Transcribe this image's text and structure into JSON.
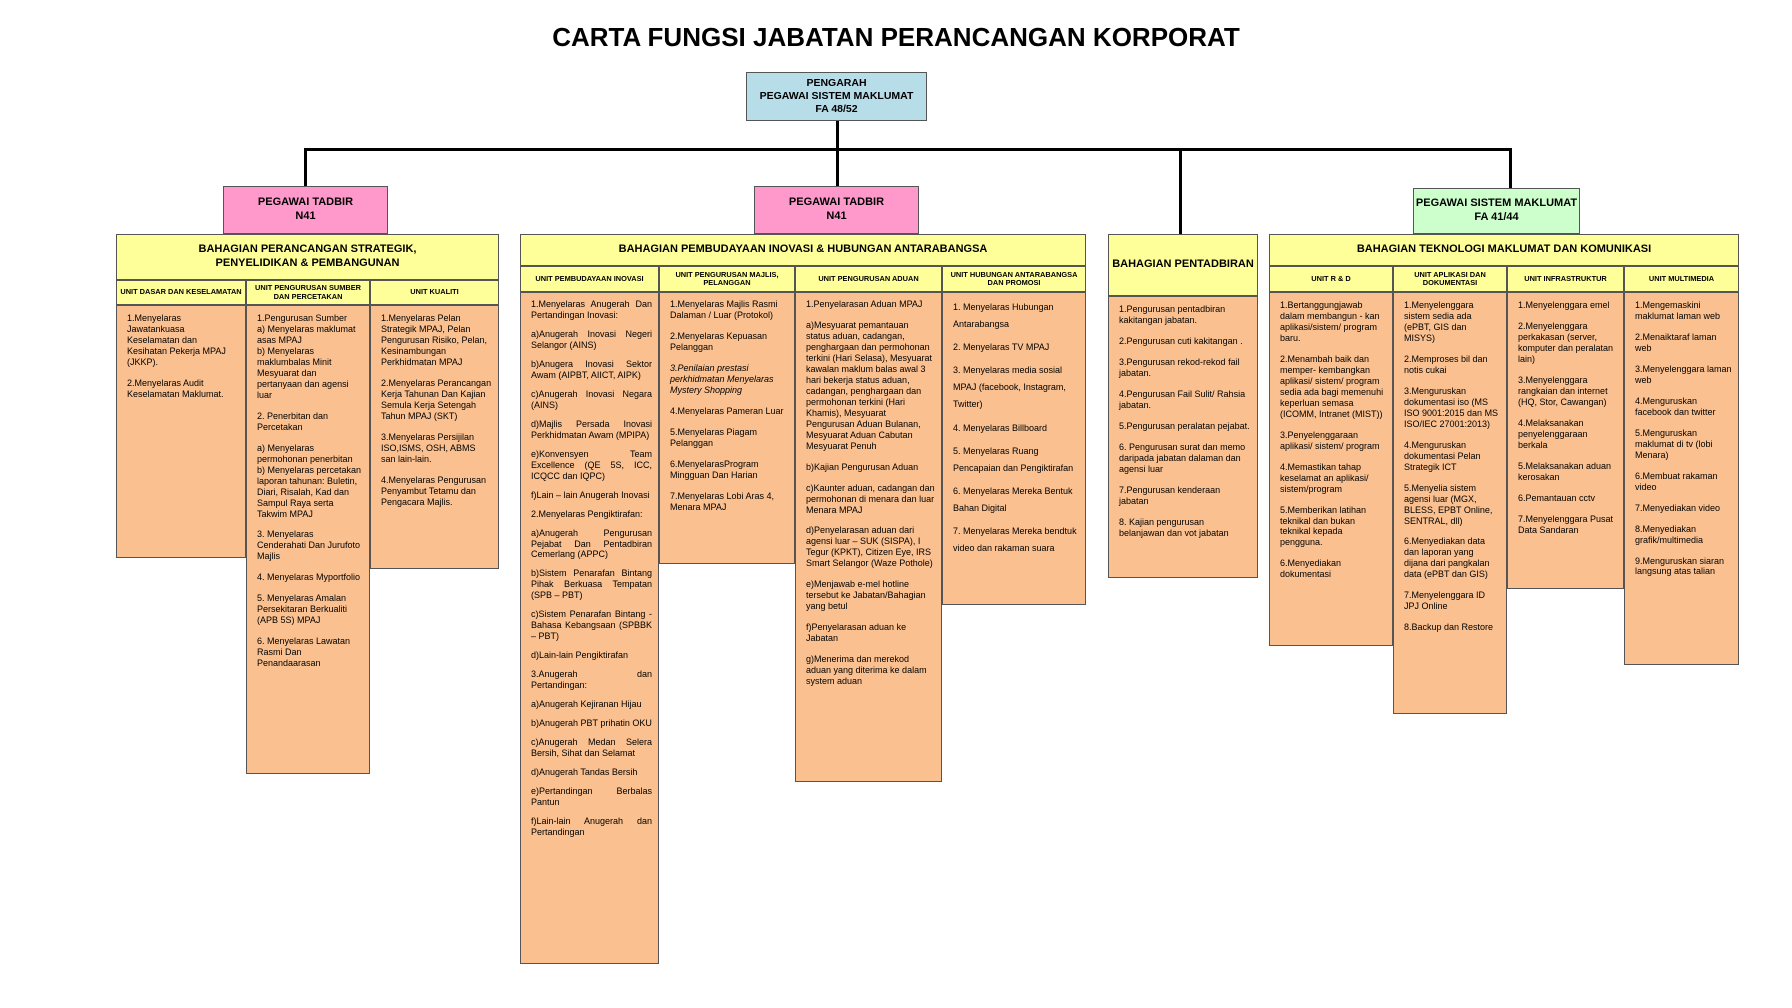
{
  "title": "CARTA FUNGSI JABATAN PERANCANGAN KORPORAT",
  "colors": {
    "director": "#b7dde8",
    "officer_pink": "#ff99cc",
    "officer_green": "#ccffcc",
    "section": "#ffff99",
    "unit": "#fac090"
  },
  "director": [
    "PENGARAH",
    "PEGAWAI SISTEM MAKLUMAT",
    "FA 48/52"
  ],
  "officers": {
    "o1": [
      "PEGAWAI TADBIR",
      "N41"
    ],
    "o2": [
      "PEGAWAI TADBIR",
      "N41"
    ],
    "o3": [
      "PEGAWAI SISTEM MAKLUMAT",
      "FA 41/44"
    ]
  },
  "sections": {
    "s1": [
      "BAHAGIAN  PERANCANGAN  STRATEGIK,",
      "PENYELIDIKAN  &  PEMBANGUNAN"
    ],
    "s2": [
      "BAHAGIAN  PEMBUDAYAAN  INOVASI & HUBUNGAN  ANTARABANGSA"
    ],
    "s3": [
      "BAHAGIAN PENTADBIRAN"
    ],
    "s4": [
      "BAHAGIAN TEKNOLOGI  MAKLUMAT DAN KOMUNIKASI"
    ]
  },
  "units": {
    "u1": {
      "header": "UNIT DASAR DAN KESELAMATAN",
      "items": [
        "1.Menyelaras Jawatankuasa Keselamatan dan Kesihatan Pekerja MPAJ (JKKP).",
        "2.Menyelaras Audit Keselamatan Maklumat."
      ]
    },
    "u2": {
      "header": "UNIT PENGURUSAN SUMBER DAN PERCETAKAN",
      "items": [
        "1.Pengurusan Sumber",
        "a)     Menyelaras maklumat asas MPAJ",
        "b)     Menyelaras maklumbalas Minit Mesyuarat dan pertanyaan dan agensi luar",
        "2. Penerbitan dan Percetakan",
        "a)     Menyelaras permohonan penerbitan",
        "b)     Menyelaras percetakan laporan tahunan: Buletin, Diari, Risalah, Kad dan Sampul Raya serta Takwim MPAJ",
        "3. Menyelaras Cenderahati Dan Jurufoto Majlis",
        "4. Menyelaras Myportfolio",
        "5. Menyelaras Amalan Persekitaran Berkualiti (APB 5S) MPAJ",
        "6. Menyelaras Lawatan Rasmi Dan Penandaarasan"
      ]
    },
    "u3": {
      "header": "UNIT KUALITI",
      "items": [
        "1.Menyelaras Pelan Strategik MPAJ, Pelan Pengurusan Risiko, Pelan, Kesinambungan Perkhidmatan MPAJ",
        "2.Menyelaras Perancangan Kerja Tahunan Dan Kajian Semula Kerja Setengah Tahun MPAJ (SKT)",
        "3.Menyelaras Persijilan ISO,ISMS, OSH, ABMS san lain-lain.",
        "4.Menyelaras Pengurusan Penyambut Tetamu dan Pengacara Majlis."
      ]
    },
    "u4": {
      "header": "UNIT PEMBUDAYAAN INOVASI",
      "items": [
        "1.Menyelaras Anugerah Dan Pertandingan Inovasi:",
        "a)Anugerah Inovasi Negeri Selangor (AINS)",
        "b)Anugera Inovasi Sektor Awam (AIPBT, AIICT, AIPK)",
        "c)Anugerah Inovasi Negara (AINS)",
        "d)Majlis Persada Inovasi Perkhidmatan Awam (MPIPA)",
        "e)Konvensyen Team Excellence (QE 5S, ICC, ICQCC dan IQPC)",
        "f)Lain – lain Anugerah Inovasi",
        "2.Menyelaras Pengiktirafan:",
        "a)Anugerah Pengurusan Pejabat Dan Pentadbiran Cemerlang (APPC)",
        "b)Sistem Penarafan Bintang Pihak Berkuasa Tempatan (SPB – PBT)",
        "c)Sistem Penarafan Bintang - Bahasa Kebangsaan (SPBBK – PBT)",
        "d)Lain-lain Pengiktirafan",
        "3.Anugerah dan Pertandingan:",
        "a)Anugerah Kejiranan Hijau",
        "b)Anugerah PBT prihatin OKU",
        "c)Anugerah Medan Selera Bersih, Sihat dan Selamat",
        "d)Anugerah Tandas Bersih",
        "e)Pertandingan Berbalas Pantun",
        "f)Lain-lain Anugerah dan Pertandingan"
      ]
    },
    "u5": {
      "header": "UNIT PENGURUSAN MAJLIS, PELANGGAN",
      "items": [
        "1.Menyelaras Majlis Rasmi Dalaman / Luar (Protokol)",
        "2.Menyelaras Kepuasan Pelanggan",
        "3.Penilaian prestasi perkhidmatan Menyelaras Mystery Shopping",
        "4.Menyelaras Pameran Luar",
        "5.Menyelaras Piagam Pelanggan",
        "6.MenyelarasProgram Mingguan Dan Harian",
        "7.Menyelaras Lobi Aras 4, Menara MPAJ"
      ]
    },
    "u6": {
      "header": "UNIT PENGURUSAN ADUAN",
      "items": [
        "1.Penyelarasan Aduan MPAJ",
        "a)Mesyuarat pemantauan status aduan, cadangan, penghargaan dan permohonan terkini (Hari Selasa), Mesyuarat kawalan maklum balas awal 3 hari bekerja status aduan, cadangan, penghargaan dan permohonan terkini (Hari Khamis), Mesyuarat Pengurusan Aduan Bulanan, Mesyuarat Aduan Cabutan Mesyuarat Penuh",
        "b)Kajian Pengurusan Aduan",
        "c)Kaunter aduan, cadangan dan permohonan di menara dan luar Menara MPAJ",
        "d)Penyelarasan aduan dari agensi luar – SUK (SISPA), I Tegur (KPKT), Citizen Eye, IRS Smart Selangor (Waze Pothole)",
        "e)Menjawab e-mel hotline tersebut ke Jabatan/Bahagian yang betul",
        "f)Penyelarasan aduan ke Jabatan",
        "g)Menerima dan merekod aduan yang diterima ke dalam system aduan"
      ]
    },
    "u7": {
      "header": "UNIT HUBUNGAN ANTARABANGSA DAN PROMOSI",
      "items": [
        "1.        Menyelaras Hubungan Antarabangsa",
        "2.        Menyelaras TV MPAJ",
        "3.        Menyelaras media sosial MPAJ (facebook, Instagram, Twitter)",
        "4.        Menyelaras Billboard",
        "5.        Menyelaras Ruang Pencapaian dan Pengiktirafan",
        "6.        Menyelaras Mereka Bentuk Bahan Digital",
        "7.        Menyelaras Mereka bendtuk video dan rakaman suara"
      ]
    },
    "u8": {
      "header": "",
      "items": [
        "1.Pengurusan pentadbiran kakitangan jabatan.",
        "2.Pengurusan cuti kakitangan .",
        "3.Pengurusan rekod-rekod fail jabatan.",
        "4.Pengurusan Fail Sulit/ Rahsia jabatan.",
        "5.Pengurusan peralatan pejabat.",
        "6. Pengurusan surat dan memo daripada jabatan dalaman dan agensi luar",
        "7.Pengurusan kenderaan jabatan",
        "8. Kajian pengurusan belanjawan dan vot jabatan"
      ]
    },
    "u9": {
      "header": "UNIT  R & D",
      "items": [
        "1.Bertanggungjawab dalam membangun - kan aplikasi/sistem/ program baru.",
        "2.Menambah baik dan memper- kembangkan aplikasi/ sistem/ program sedia ada bagi memenuhi keperluan semasa (ICOMM, Intranet (MIST))",
        "3.Penyelenggaraan aplikasi/ sistem/ program",
        "4.Memastikan tahap keselamat an aplikasi/ sistem/program",
        "5.Memberikan latihan teknikal dan bukan teknikal kepada pengguna.",
        "6.Menyediakan dokumentasi"
      ]
    },
    "u10": {
      "header": "UNIT APLIKASI DAN DOKUMENTASI",
      "items": [
        "1.Menyelenggara sistem sedia ada (ePBT, GIS dan MISYS)",
        "2.Memproses bil dan notis cukai",
        "3.Menguruskan dokumentasi iso (MS ISO 9001:2015 dan MS ISO/IEC 27001:2013)",
        "4.Menguruskan dokumentasi Pelan Strategik ICT",
        "5.Menyelia sistem agensi luar (MGX, BLESS, EPBT Online, SENTRAL, dll)",
        "6.Menyediakan data dan laporan yang dijana dari pangkalan data (ePBT dan GIS)",
        "7.Menyelenggara ID JPJ Online",
        "8.Backup dan Restore"
      ]
    },
    "u11": {
      "header": "UNIT INFRASTRUKTUR",
      "items": [
        "1.Menyelenggara emel",
        "2.Menyelenggara perkakasan (server, komputer dan peralatan lain)",
        "3.Menyelenggara rangkaian dan internet (HQ, Stor, Cawangan)",
        "4.Melaksanakan penyelenggaraan berkala",
        "5.Melaksanakan aduan kerosakan",
        "6.Pemantauan cctv",
        "7.Menyelenggara Pusat Data Sandaran"
      ]
    },
    "u12": {
      "header": "UNIT MULTIMEDIA",
      "items": [
        "1.Mengemaskini maklumat laman web",
        "2.Menaiktaraf laman web",
        "3.Menyelenggara laman web",
        "4.Menguruskan facebook dan twitter",
        "5.Menguruskan maklumat di tv (lobi Menara)",
        "6.Membuat rakaman video",
        "7.Menyediakan video",
        "8.Menyediakan grafik/multimedia",
        "9.Menguruskan siaran langsung atas talian"
      ]
    }
  }
}
